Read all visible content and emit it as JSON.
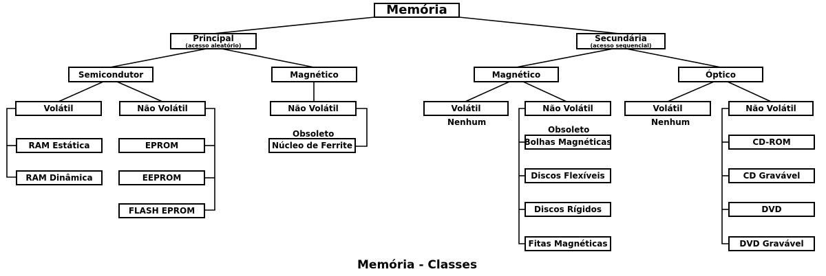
{
  "title": "Memória",
  "caption": "Memória - Classes",
  "principal": {
    "label": "Principal",
    "sub": "(acesso aleatório)",
    "semicondutor": {
      "label": "Semicondutor",
      "volatil": {
        "label": "Volátil",
        "items": [
          "RAM Estática",
          "RAM Dinâmica"
        ]
      },
      "nao_volatil": {
        "label": "Não Volátil",
        "items": [
          "EPROM",
          "EEPROM",
          "FLASH EPROM"
        ]
      }
    },
    "magnetico": {
      "label": "Magnético",
      "nao_volatil": {
        "label": "Não Volátil",
        "note": "Obsoleto",
        "items": [
          "Núcleo de Ferrite"
        ]
      }
    }
  },
  "secundaria": {
    "label": "Secundária",
    "sub": "(acesso sequencial)",
    "magnetico": {
      "label": "Magnético",
      "volatil": {
        "label": "Volátil",
        "note": "Nenhum"
      },
      "nao_volatil": {
        "label": "Não Volátil",
        "note": "Obsoleto",
        "items": [
          "Bolhas Magnéticas",
          "Discos Flexíveis",
          "Discos Rígidos",
          "Fitas Magnéticas"
        ]
      }
    },
    "optico": {
      "label": "Óptico",
      "volatil": {
        "label": "Volátil",
        "note": "Nenhum"
      },
      "nao_volatil": {
        "label": "Não Volátil",
        "items": [
          "CD-ROM",
          "CD Gravável",
          "DVD",
          "DVD Gravável"
        ]
      }
    }
  }
}
